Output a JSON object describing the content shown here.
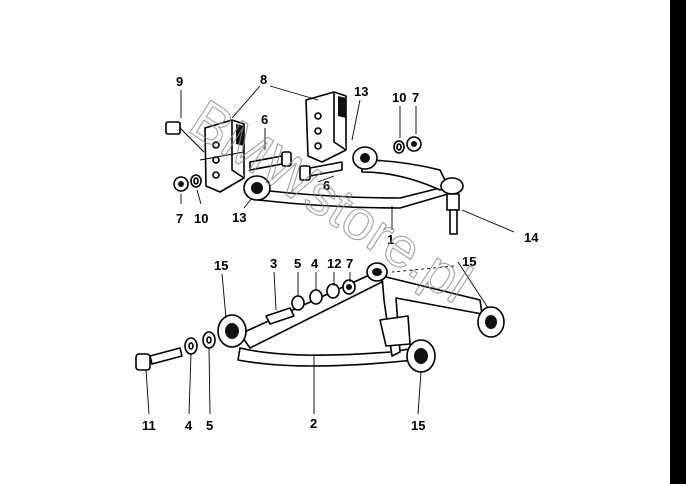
{
  "watermark": "BMWstore.pl",
  "callouts": [
    "9",
    "8",
    "13",
    "10",
    "7",
    "6",
    "7",
    "10",
    "13",
    "6",
    "1",
    "14",
    "15",
    "3",
    "5",
    "4",
    "12",
    "7",
    "15",
    "11",
    "4",
    "5",
    "2",
    "15"
  ]
}
